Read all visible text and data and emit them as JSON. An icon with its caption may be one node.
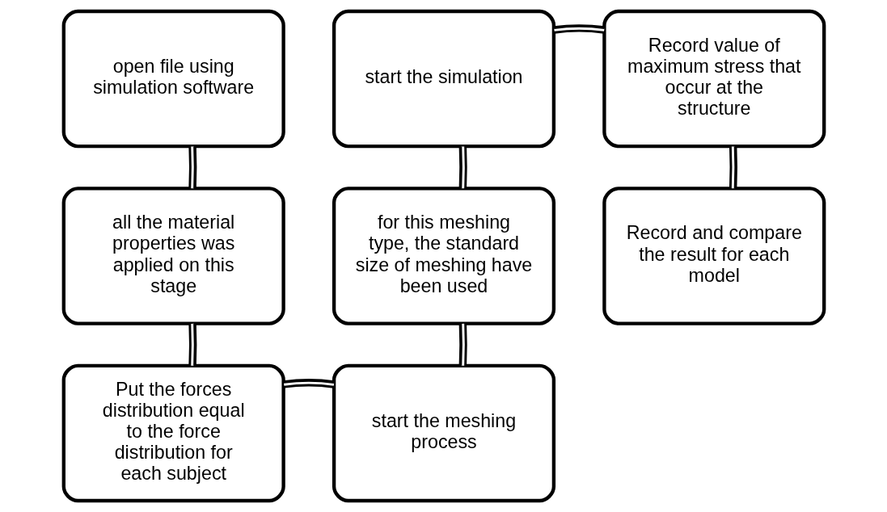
{
  "diagram": {
    "nodes": [
      {
        "text": [
          "open file using simulation software"
        ]
      },
      {
        "text": [
          "all the material properties was applied on this stage"
        ]
      },
      {
        "text": [
          "Put the forces distribution equal to the force distribution for each subject"
        ]
      },
      {
        "text": [
          "start the meshing process"
        ]
      },
      {
        "text": [
          "for this meshing type, the standard size of meshing have been used"
        ]
      },
      {
        "text": [
          "start the simulation"
        ]
      },
      {
        "text": [
          "Record value of maximum stress that occur at the structure"
        ]
      },
      {
        "text": [
          "Record and compare the result for each model"
        ]
      }
    ],
    "edges": [
      {
        "from": 0,
        "to": 1,
        "arrow": "none"
      },
      {
        "from": 1,
        "to": 2,
        "arrow": "none"
      },
      {
        "from": 2,
        "to": 3,
        "arrow": "none"
      },
      {
        "from": 3,
        "to": 4,
        "arrow": "none"
      },
      {
        "from": 4,
        "to": 5,
        "arrow": "none"
      },
      {
        "from": 5,
        "to": 6,
        "arrow": "none"
      },
      {
        "from": 6,
        "to": 7,
        "arrow": "none"
      }
    ]
  }
}
